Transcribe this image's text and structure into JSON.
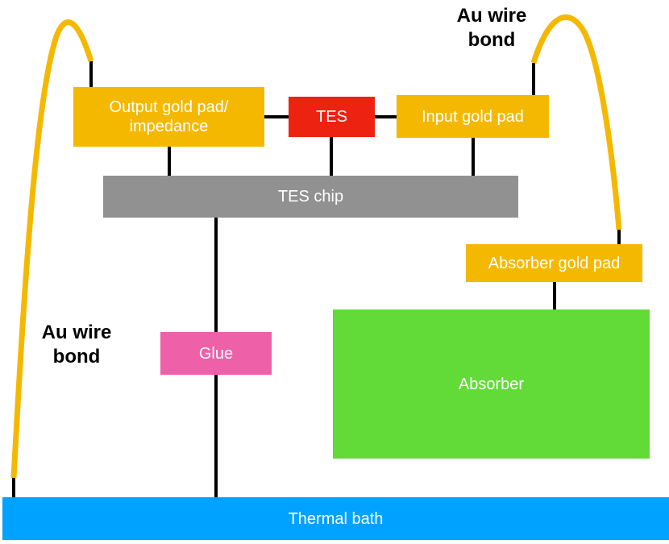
{
  "colors": {
    "gold": "#F5B800",
    "tes": "#EE2211",
    "chip": "#919191",
    "absorber": "#62DB38",
    "glue": "#EE60A8",
    "bath": "#00A2FF",
    "link": "#000000"
  },
  "nodes": {
    "output_pad": "Output gold pad/\nimpedance",
    "tes": "TES",
    "input_pad": "Input gold pad",
    "tes_chip": "TES chip",
    "absorber_pad": "Absorber gold pad",
    "absorber": "Absorber",
    "glue": "Glue",
    "thermal_bath": "Thermal bath"
  },
  "labels": {
    "wire_bond_left": "Au wire\nbond",
    "wire_bond_right": "Au wire\nbond"
  },
  "edges": [
    {
      "from": "output_pad",
      "to": "tes",
      "type": "link"
    },
    {
      "from": "tes",
      "to": "input_pad",
      "type": "link"
    },
    {
      "from": "output_pad",
      "to": "tes_chip",
      "type": "link"
    },
    {
      "from": "tes",
      "to": "tes_chip",
      "type": "link"
    },
    {
      "from": "input_pad",
      "to": "tes_chip",
      "type": "link"
    },
    {
      "from": "tes_chip",
      "to": "glue",
      "type": "link"
    },
    {
      "from": "glue",
      "to": "thermal_bath",
      "type": "link"
    },
    {
      "from": "absorber_pad",
      "to": "absorber",
      "type": "link"
    },
    {
      "from": "output_pad",
      "to": "thermal_bath",
      "type": "wire_bond"
    },
    {
      "from": "input_pad",
      "to": "absorber_pad",
      "type": "wire_bond"
    }
  ]
}
